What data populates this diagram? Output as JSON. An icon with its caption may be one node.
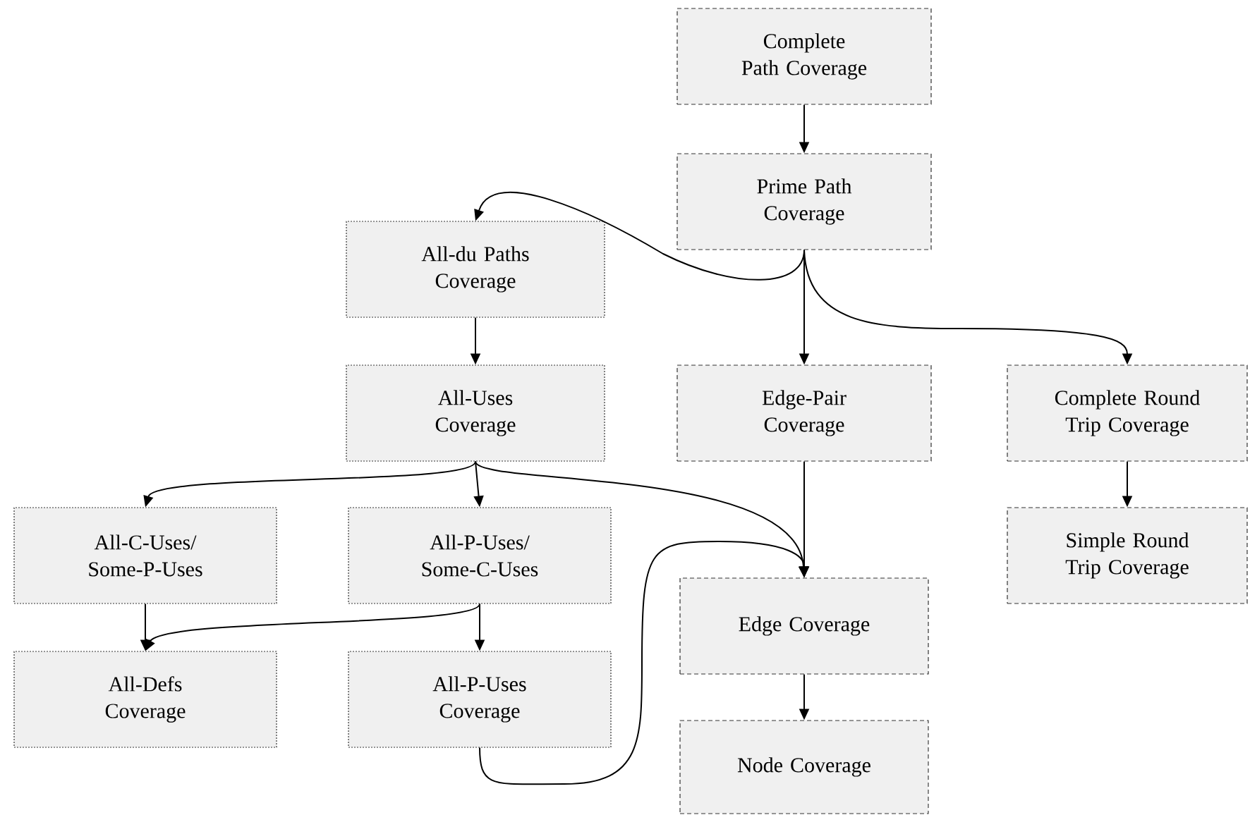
{
  "diagram": {
    "nodes": [
      {
        "text": [
          "Complete Path Coverage"
        ]
      },
      {
        "text": [
          "Prime Path Coverage"
        ]
      },
      {
        "text": [
          "All-du Paths Coverage"
        ]
      },
      {
        "text": [
          "All-Uses Coverage"
        ]
      },
      {
        "text": [
          "Edge-Pair Coverage"
        ]
      },
      {
        "text": [
          "Complete Round Trip Coverage"
        ]
      },
      {
        "text": [
          "All-C-Uses/ Some-P-Uses"
        ]
      },
      {
        "text": [
          "All-P-Uses/ Some-C-Uses"
        ]
      },
      {
        "text": [
          "Edge Coverage"
        ]
      },
      {
        "text": [
          "Simple Round Trip Coverage"
        ]
      },
      {
        "text": [
          "All-Defs Coverage"
        ]
      },
      {
        "text": [
          "All-P-Uses Coverage"
        ]
      },
      {
        "text": [
          "Node Coverage"
        ]
      }
    ],
    "edges": [
      {
        "from": 0,
        "to": 1,
        "arrow": "to"
      },
      {
        "from": 1,
        "to": 2,
        "arrow": "to"
      },
      {
        "from": 1,
        "to": 4,
        "arrow": "to"
      },
      {
        "from": 1,
        "to": 5,
        "arrow": "to"
      },
      {
        "from": 2,
        "to": 3,
        "arrow": "to"
      },
      {
        "from": 3,
        "to": 6,
        "arrow": "to"
      },
      {
        "from": 3,
        "to": 7,
        "arrow": "to"
      },
      {
        "from": 3,
        "to": 8,
        "arrow": "to"
      },
      {
        "from": 4,
        "to": 8,
        "arrow": "to"
      },
      {
        "from": 5,
        "to": 9,
        "arrow": "to"
      },
      {
        "from": 6,
        "to": 10,
        "arrow": "to"
      },
      {
        "from": 7,
        "to": 10,
        "arrow": "to"
      },
      {
        "from": 7,
        "to": 11,
        "arrow": "to"
      },
      {
        "from": 11,
        "to": 8,
        "arrow": "to"
      },
      {
        "from": 8,
        "to": 12,
        "arrow": "to"
      }
    ]
  }
}
